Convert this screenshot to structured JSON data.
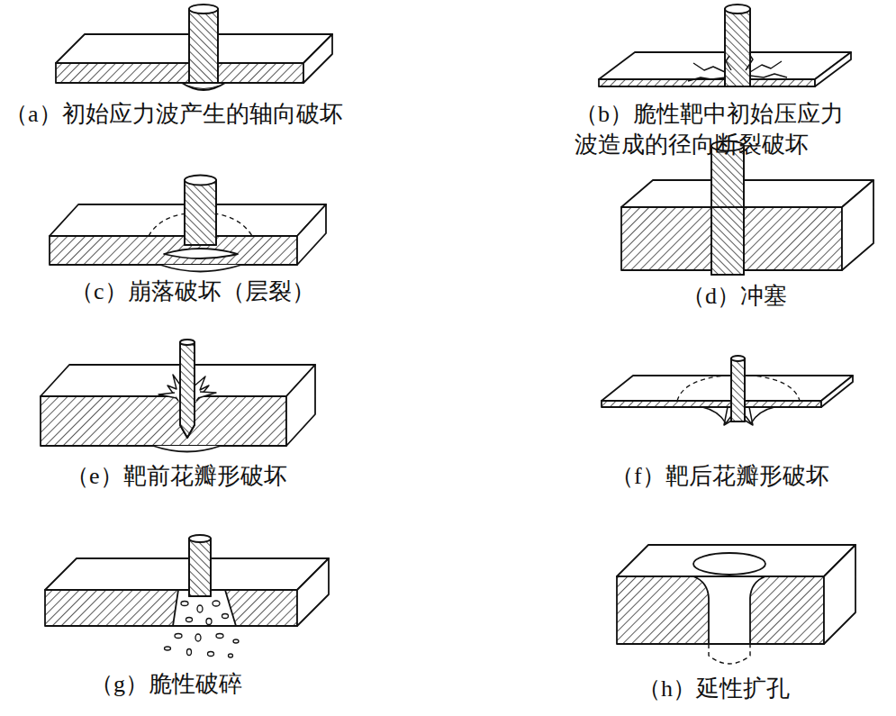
{
  "diagram": {
    "labels": [
      "（a）初始应力波产生的轴向破坏",
      "（b）脆性靶中初始压应力波造成的径向断裂破坏",
      "（c）崩落破坏（层裂）",
      "（d）冲塞",
      "（e）靶前花瓣形破坏",
      "（f）靶后花瓣形破坏",
      "（g）脆性破碎",
      "（h）延性扩孔"
    ]
  }
}
